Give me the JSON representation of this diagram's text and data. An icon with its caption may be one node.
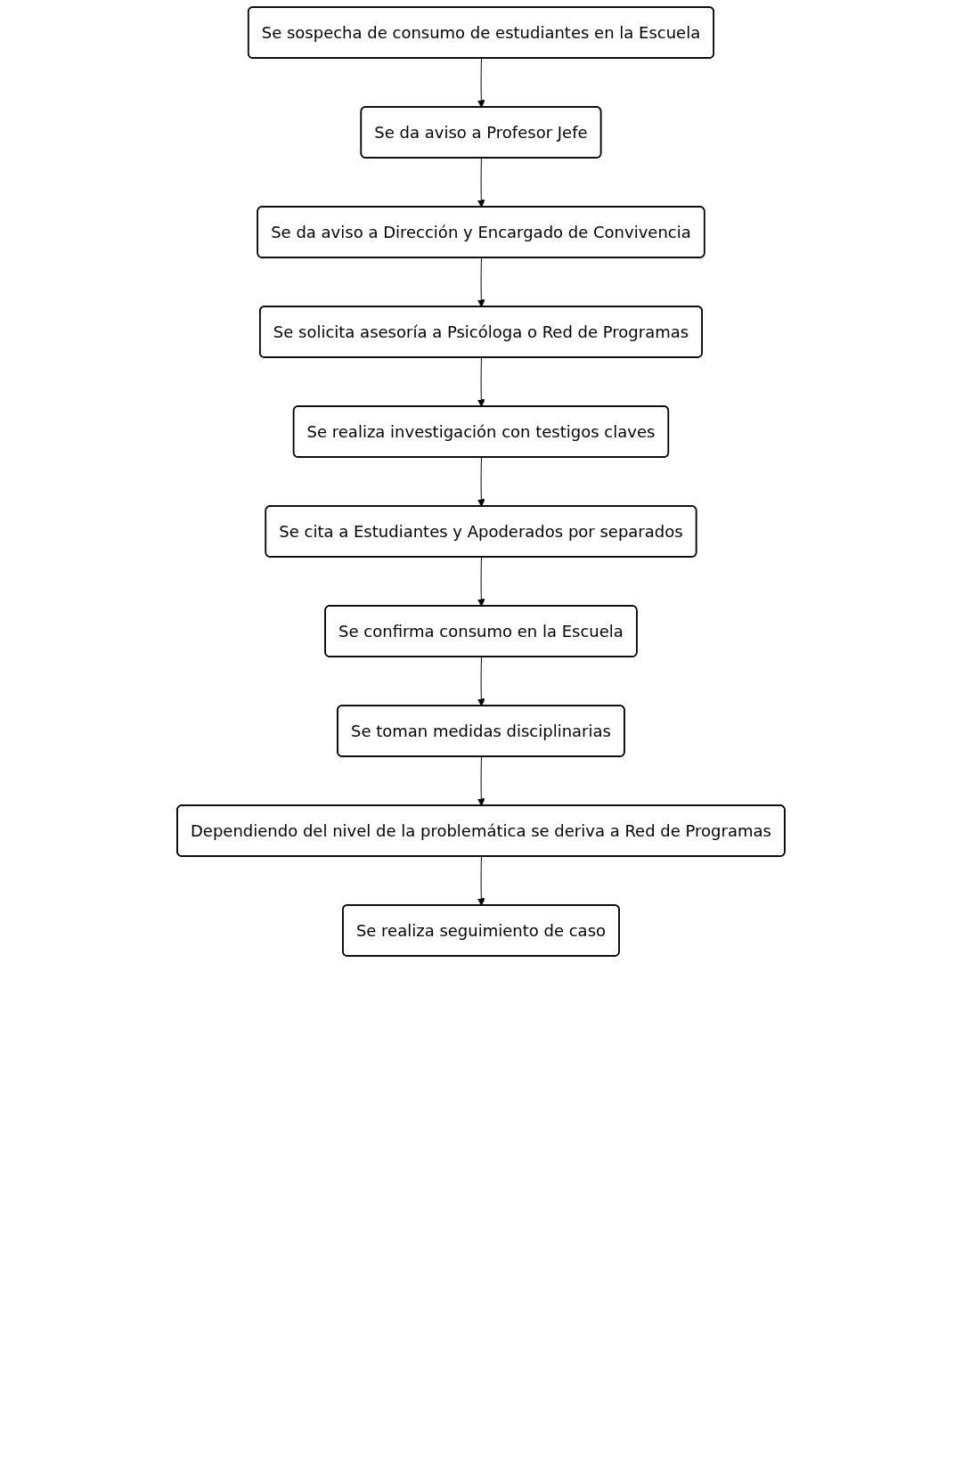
{
  "diagram": {
    "nodes": [
      {
        "text": [
          "Se sospecha de consumo de estudiantes en la Escuela"
        ]
      },
      {
        "text": [
          "Se da aviso a Profesor Jefe"
        ]
      },
      {
        "text": [
          "Se da aviso a Dirección y Encargado de Convivencia"
        ]
      },
      {
        "text": [
          "Se solicita asesoría a Psicóloga o Red de Programas"
        ]
      },
      {
        "text": [
          "Se realiza investigación con testigos claves"
        ]
      },
      {
        "text": [
          "Se cita a Estudiantes y Apoderados por separados"
        ]
      },
      {
        "text": [
          "Se confirma consumo en la Escuela"
        ]
      },
      {
        "text": [
          "Se toman medidas disciplinarias"
        ]
      },
      {
        "text": [
          "Dependiendo del nivel de la problemática se deriva a Red de Programas"
        ]
      },
      {
        "text": [
          "Se realiza seguimiento de caso"
        ]
      }
    ],
    "edges": [
      {
        "from": 0,
        "to": 1,
        "arrow": "to"
      },
      {
        "from": 1,
        "to": 2,
        "arrow": "to"
      },
      {
        "from": 2,
        "to": 3,
        "arrow": "to"
      },
      {
        "from": 3,
        "to": 4,
        "arrow": "to"
      },
      {
        "from": 4,
        "to": 5,
        "arrow": "to"
      },
      {
        "from": 5,
        "to": 6,
        "arrow": "to"
      },
      {
        "from": 6,
        "to": 7,
        "arrow": "to"
      },
      {
        "from": 7,
        "to": 8,
        "arrow": "to"
      },
      {
        "from": 8,
        "to": 9,
        "arrow": "to"
      }
    ]
  }
}
